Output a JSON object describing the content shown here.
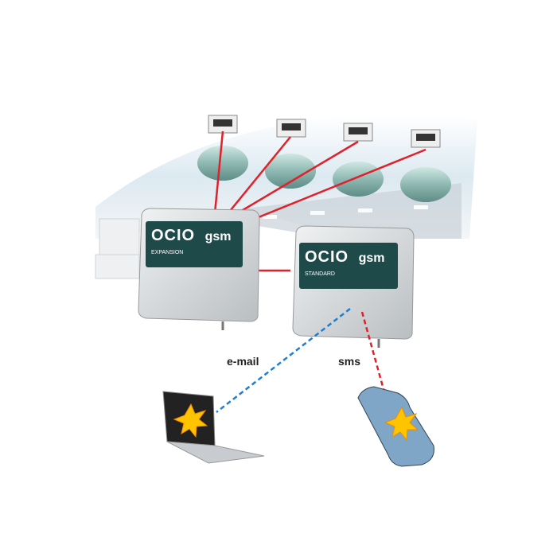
{
  "devices": [
    {
      "brand": "OCIO",
      "model": "gsm",
      "subtitle": "EXPANSION"
    },
    {
      "brand": "OCIO",
      "model": "gsm",
      "subtitle": "STANDARD"
    }
  ],
  "links": {
    "email_label": "e-mail",
    "sms_label": "sms"
  },
  "colors": {
    "red_link": "#e0202a",
    "blue_link": "#1e7fd0",
    "panel": "#1f4a4a",
    "case": "#dfe2e3"
  }
}
